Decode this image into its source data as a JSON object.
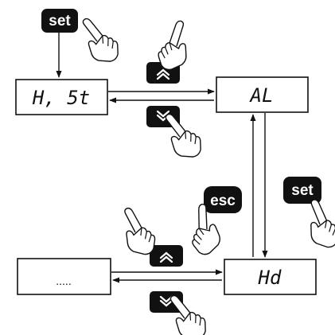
{
  "displays": {
    "hist": "H, 5t",
    "al": "AL",
    "hd": "Hd",
    "blank": "....."
  },
  "keys": {
    "set_top": "set",
    "set_right": "set",
    "esc": "esc"
  },
  "icons": {
    "up": "chevron-up-icon",
    "down": "chevron-down-icon",
    "hand": "pointing-hand-icon"
  },
  "colors": {
    "key_bg": "#111111",
    "key_text": "#ffffff",
    "line": "#111111"
  }
}
